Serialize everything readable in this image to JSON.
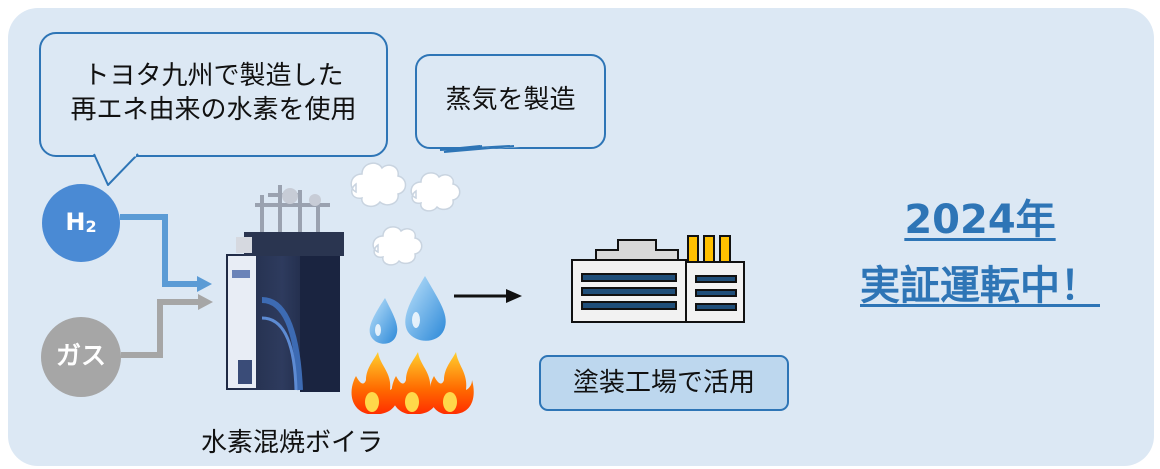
{
  "callout_h2": {
    "line1": "トヨタ九州で製造した",
    "line2": "再エネ由来の水素を使用"
  },
  "callout_steam": {
    "text": "蒸気を製造"
  },
  "inputs": {
    "h2": {
      "label_main": "H",
      "label_sub": "2"
    },
    "gas": {
      "label": "ガス"
    }
  },
  "boiler": {
    "caption": "水素混焼ボイラ"
  },
  "factory": {
    "caption": "塗装工場で活用"
  },
  "headline": {
    "line1": "2024年",
    "line2": "実証運転中！"
  },
  "colors": {
    "background_panel": "#dce8f4",
    "callout_border": "#2e75b6",
    "h2_circle": "#4a8ad4",
    "gas_circle": "#a6a6a6",
    "h2_line": "#5b9bd5",
    "gas_line": "#a6a6a6",
    "headline_text": "#2e75b6",
    "factory_label_fill": "#bdd7ee",
    "flame": "#ff3b00",
    "water_drop": "#4fa3e0"
  },
  "icons": [
    "steam-cloud-icon",
    "water-drop-icon",
    "flame-icon",
    "factory-icon",
    "arrow-right-icon"
  ]
}
